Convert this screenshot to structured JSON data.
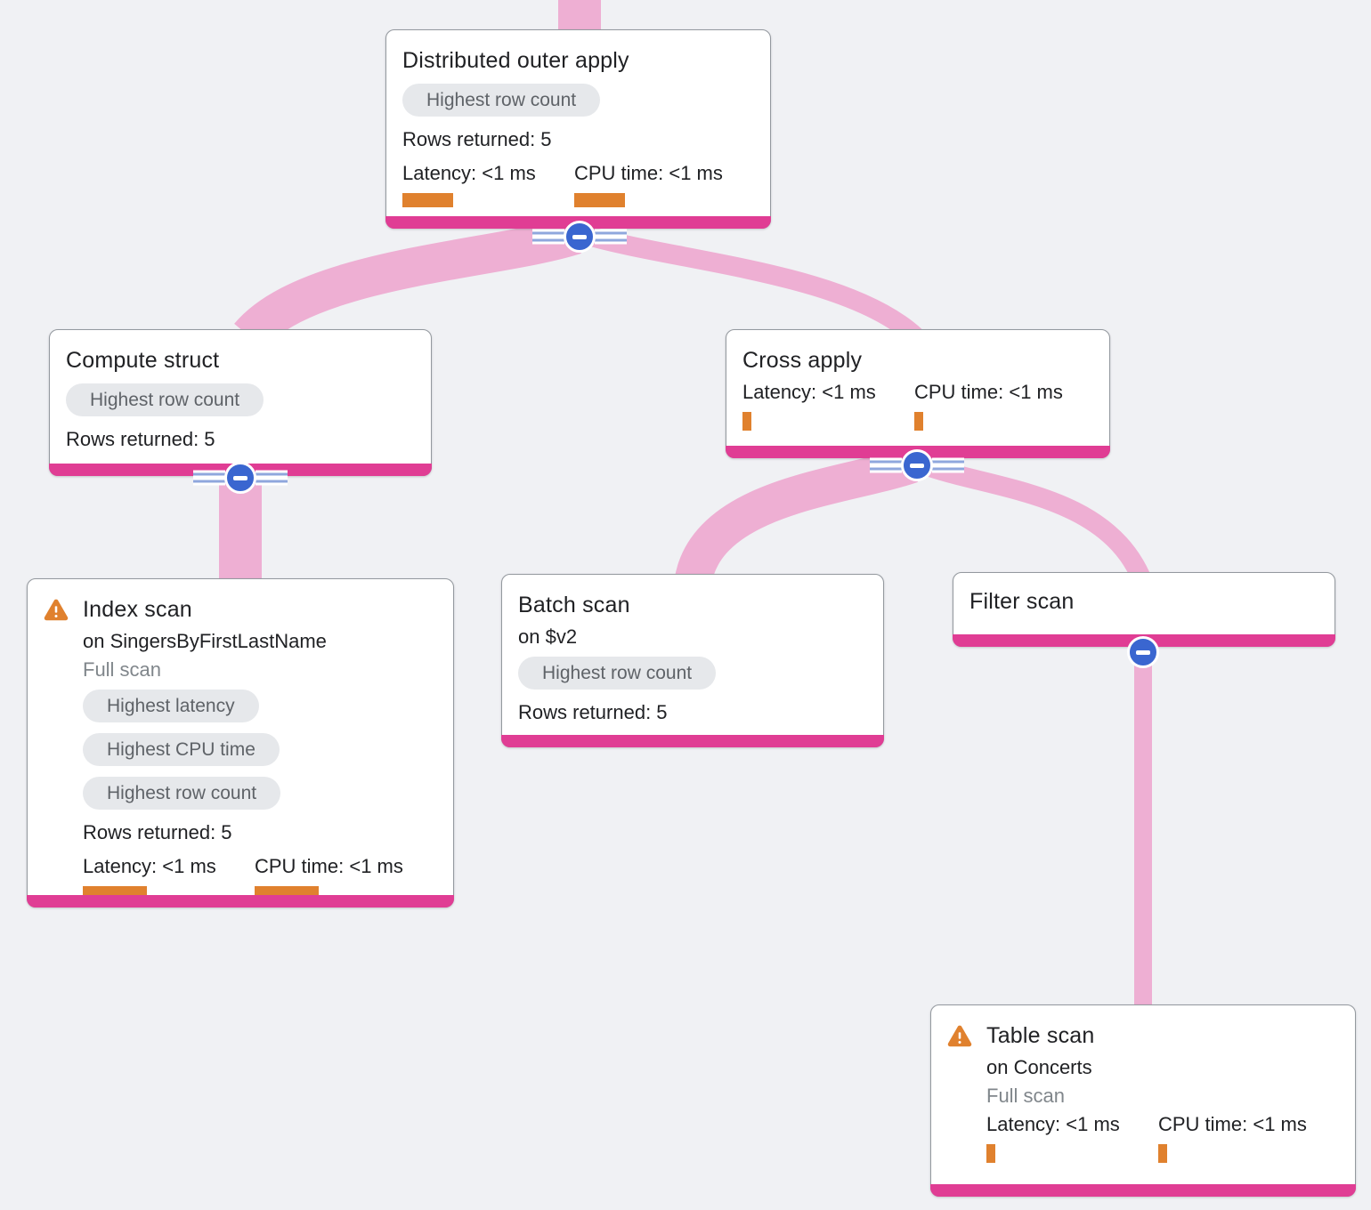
{
  "app": {
    "name": "Query execution plan graph"
  },
  "colors": {
    "background": "#f0f1f4",
    "edge_pink": "#eeafd3",
    "node_accent_pink": "#e03d94",
    "metric_bar_orange": "#e0812e",
    "collapse_button_blue": "#3a66d0",
    "badge_bg": "#e6e8eb",
    "badge_text": "#5f6368",
    "warning_orange": "#e0812e"
  },
  "nodes": {
    "distributed_outer_apply": {
      "title": "Distributed outer apply",
      "badges": [
        "Highest row count"
      ],
      "rows_returned": "Rows returned: 5",
      "latency": "Latency: <1 ms",
      "cpu_time": "CPU time: <1 ms"
    },
    "compute_struct": {
      "title": "Compute struct",
      "badges": [
        "Highest row count"
      ],
      "rows_returned": "Rows returned: 5"
    },
    "cross_apply": {
      "title": "Cross apply",
      "latency": "Latency: <1 ms",
      "cpu_time": "CPU time: <1 ms"
    },
    "index_scan": {
      "title": "Index scan",
      "subtitle": "on SingersByFirstLastName",
      "scan_type": "Full scan",
      "badges": [
        "Highest latency",
        "Highest CPU time",
        "Highest row count"
      ],
      "rows_returned": "Rows returned: 5",
      "latency": "Latency: <1 ms",
      "cpu_time": "CPU time: <1 ms"
    },
    "batch_scan": {
      "title": "Batch scan",
      "subtitle": "on $v2",
      "badges": [
        "Highest row count"
      ],
      "rows_returned": "Rows returned: 5"
    },
    "filter_scan": {
      "title": "Filter scan"
    },
    "table_scan": {
      "title": "Table scan",
      "subtitle": "on Concerts",
      "scan_type": "Full scan",
      "latency": "Latency: <1 ms",
      "cpu_time": "CPU time: <1 ms"
    }
  }
}
